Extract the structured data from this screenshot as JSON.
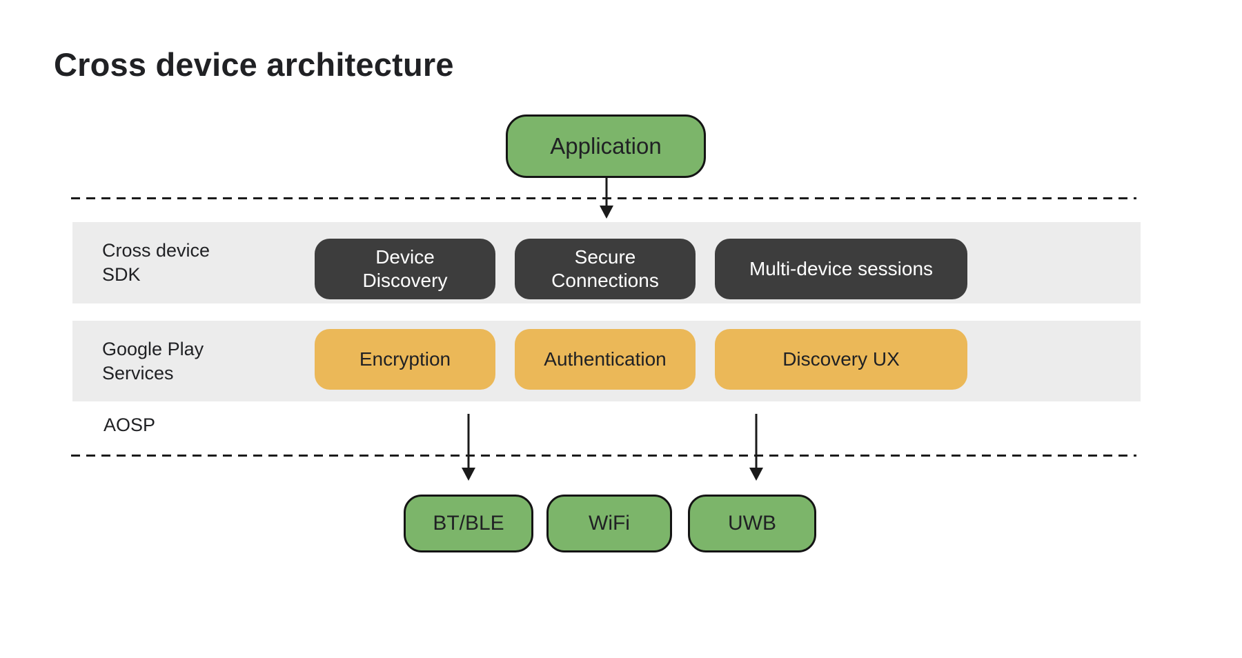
{
  "title": "Cross device architecture",
  "application": {
    "label": "Application"
  },
  "layers": [
    {
      "name": "Cross device SDK",
      "label": [
        "Cross device",
        "SDK"
      ],
      "boxes": [
        {
          "lines": [
            "Device",
            "Discovery"
          ]
        },
        {
          "lines": [
            "Secure",
            "Connections"
          ]
        },
        {
          "lines": [
            "Multi-device sessions"
          ]
        }
      ]
    },
    {
      "name": "Google Play Services",
      "label": [
        "Google Play",
        "Services"
      ],
      "boxes": [
        {
          "lines": [
            "Encryption"
          ]
        },
        {
          "lines": [
            "Authentication"
          ]
        },
        {
          "lines": [
            "Discovery UX"
          ]
        }
      ]
    }
  ],
  "aosp": {
    "label": "AOSP"
  },
  "transports": [
    {
      "label": "BT/BLE"
    },
    {
      "label": "WiFi"
    },
    {
      "label": "UWB"
    }
  ],
  "colors": {
    "green": "#7CB56A",
    "dark": "#3D3D3D",
    "yellow": "#EBB858",
    "band": "#ECECEC",
    "ink": "#1A1A1A",
    "text": "#202124"
  }
}
